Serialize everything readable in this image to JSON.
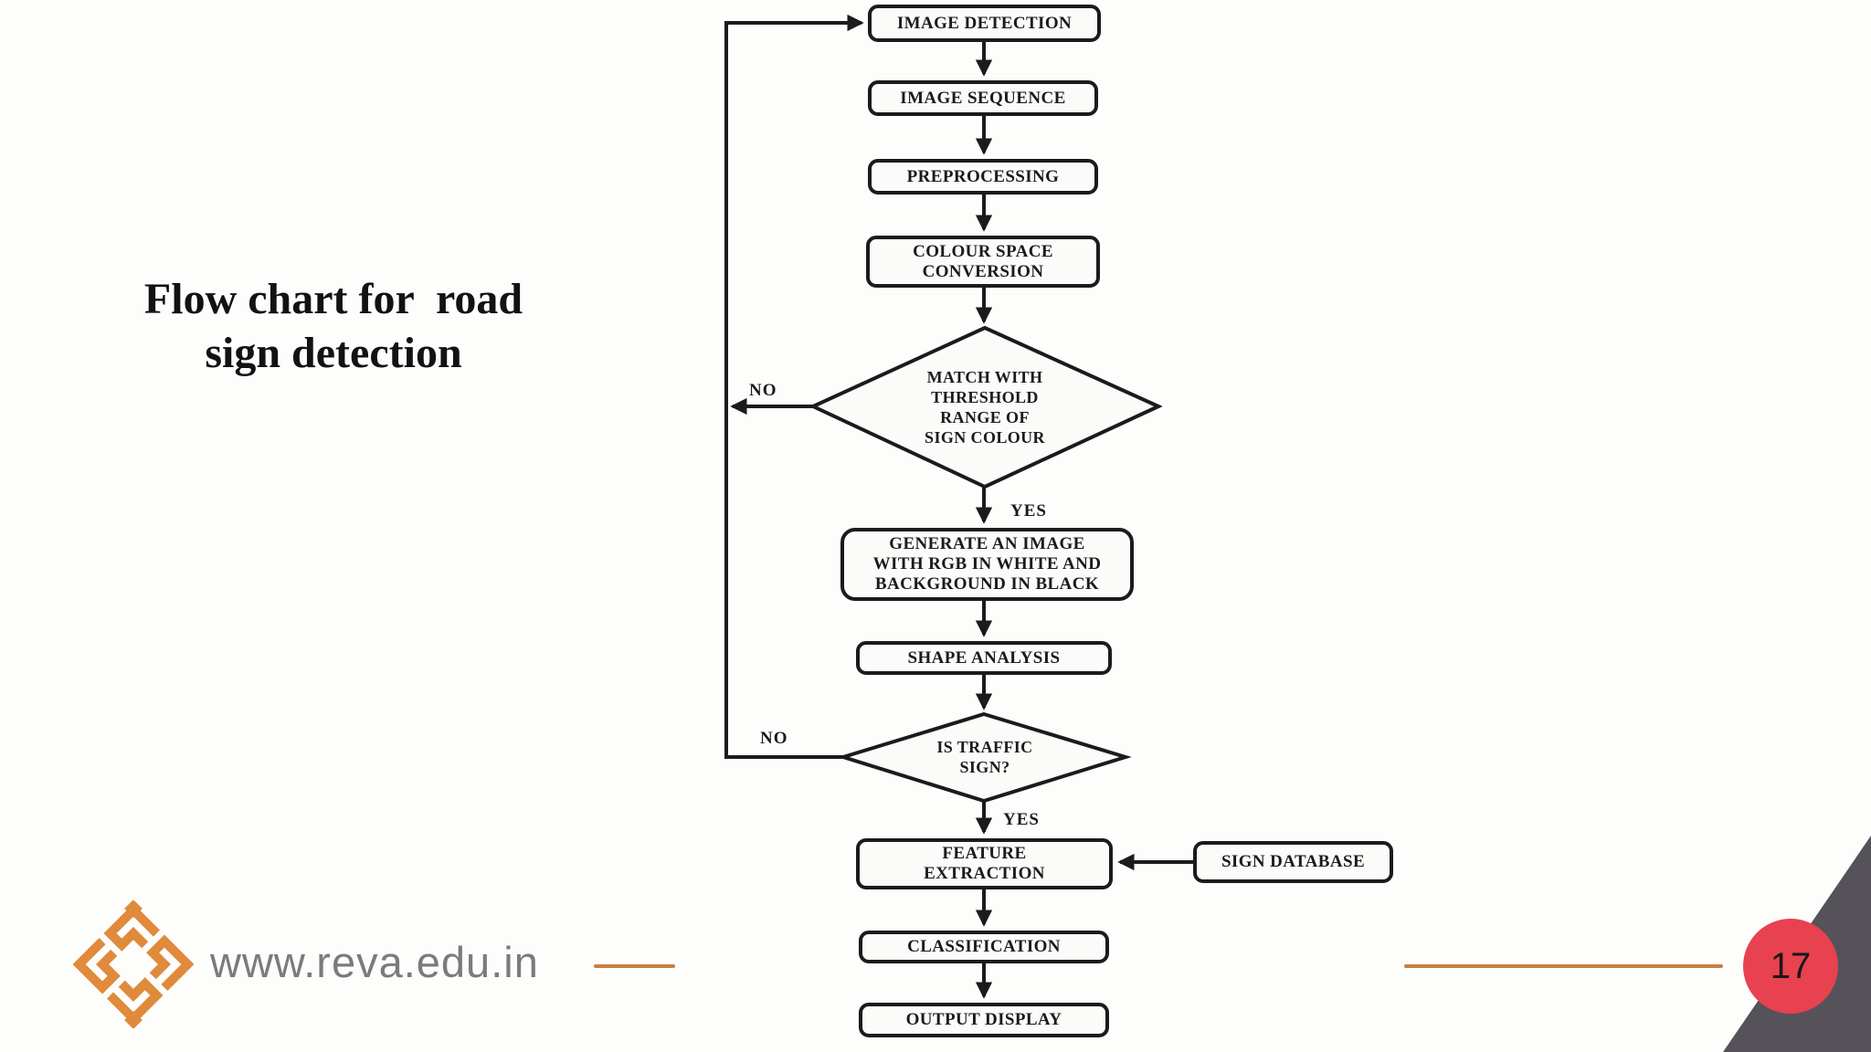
{
  "slide": {
    "title": "Flow chart for  road\nsign detection",
    "website": "www.reva.edu.in",
    "page_number": "17"
  },
  "flowchart": {
    "nodes": {
      "image_detection": "IMAGE DETECTION",
      "image_sequence": "IMAGE SEQUENCE",
      "preprocessing": "PREPROCESSING",
      "colour_space": "COLOUR SPACE\nCONVERSION",
      "match_threshold": "MATCH WITH\nTHRESHOLD\nRANGE OF\nSIGN COLOUR",
      "generate_image": "GENERATE AN IMAGE\nWITH RGB IN WHITE AND\nBACKGROUND IN BLACK",
      "shape_analysis": "SHAPE ANALYSIS",
      "is_traffic_sign": "IS TRAFFIC\nSIGN?",
      "feature_extraction": "FEATURE\nEXTRACTION",
      "sign_database": "SIGN DATABASE",
      "classification": "CLASSIFICATION",
      "output_display": "OUTPUT DISPLAY"
    },
    "edge_labels": {
      "no1": "NO",
      "yes1": "YES",
      "no2": "NO",
      "yes2": "YES"
    }
  },
  "colors": {
    "line_black": "#1b1b1b",
    "logo_orange": "#e08a3c",
    "divider_orange": "#c9803e",
    "url_gray": "#7b7b7b",
    "corner_triangle_gray": "#56525a",
    "page_circle_red": "#e8414f"
  }
}
